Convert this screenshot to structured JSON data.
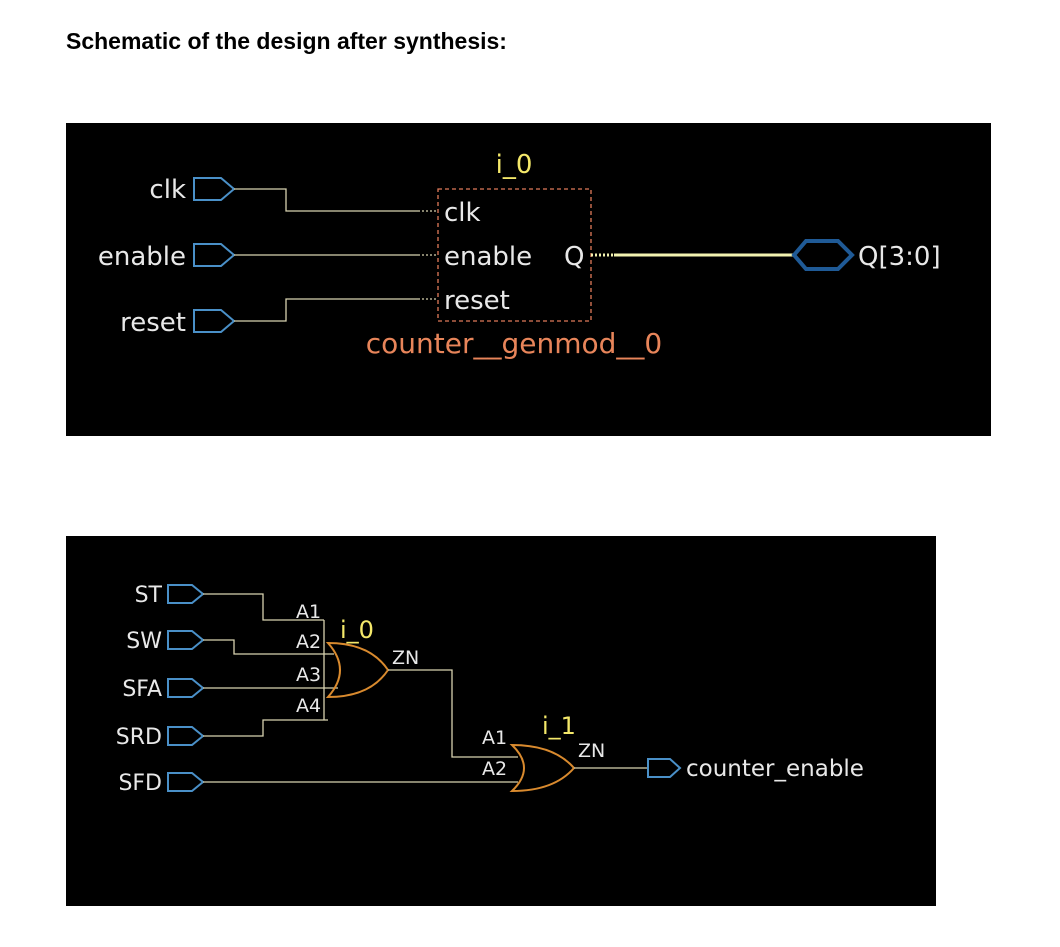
{
  "heading": "Schematic of the design after synthesis:",
  "schematic1": {
    "inputs": [
      "clk",
      "enable",
      "reset"
    ],
    "instance_name": "i_0",
    "module_pins": [
      "clk",
      "enable",
      "reset"
    ],
    "module_output_pin": "Q",
    "module_type": "counter__genmod__0",
    "output": "Q[3:0]"
  },
  "schematic2": {
    "inputs": [
      "ST",
      "SW",
      "SFA",
      "SRD",
      "SFD"
    ],
    "gate0": {
      "instance": "i_0",
      "pins": [
        "A1",
        "A2",
        "A3",
        "A4"
      ],
      "output_pin": "ZN"
    },
    "gate1": {
      "instance": "i_1",
      "pins": [
        "A1",
        "A2"
      ],
      "output_pin": "ZN"
    },
    "output": "counter_enable"
  },
  "colors": {
    "background": "#000000",
    "wire": "#d8d2b0",
    "port": "#4a90c8",
    "instance_label": "#f4e86a",
    "module_type": "#e8855a",
    "gate": "#d98a2e",
    "bus": "#f2f2b0"
  }
}
